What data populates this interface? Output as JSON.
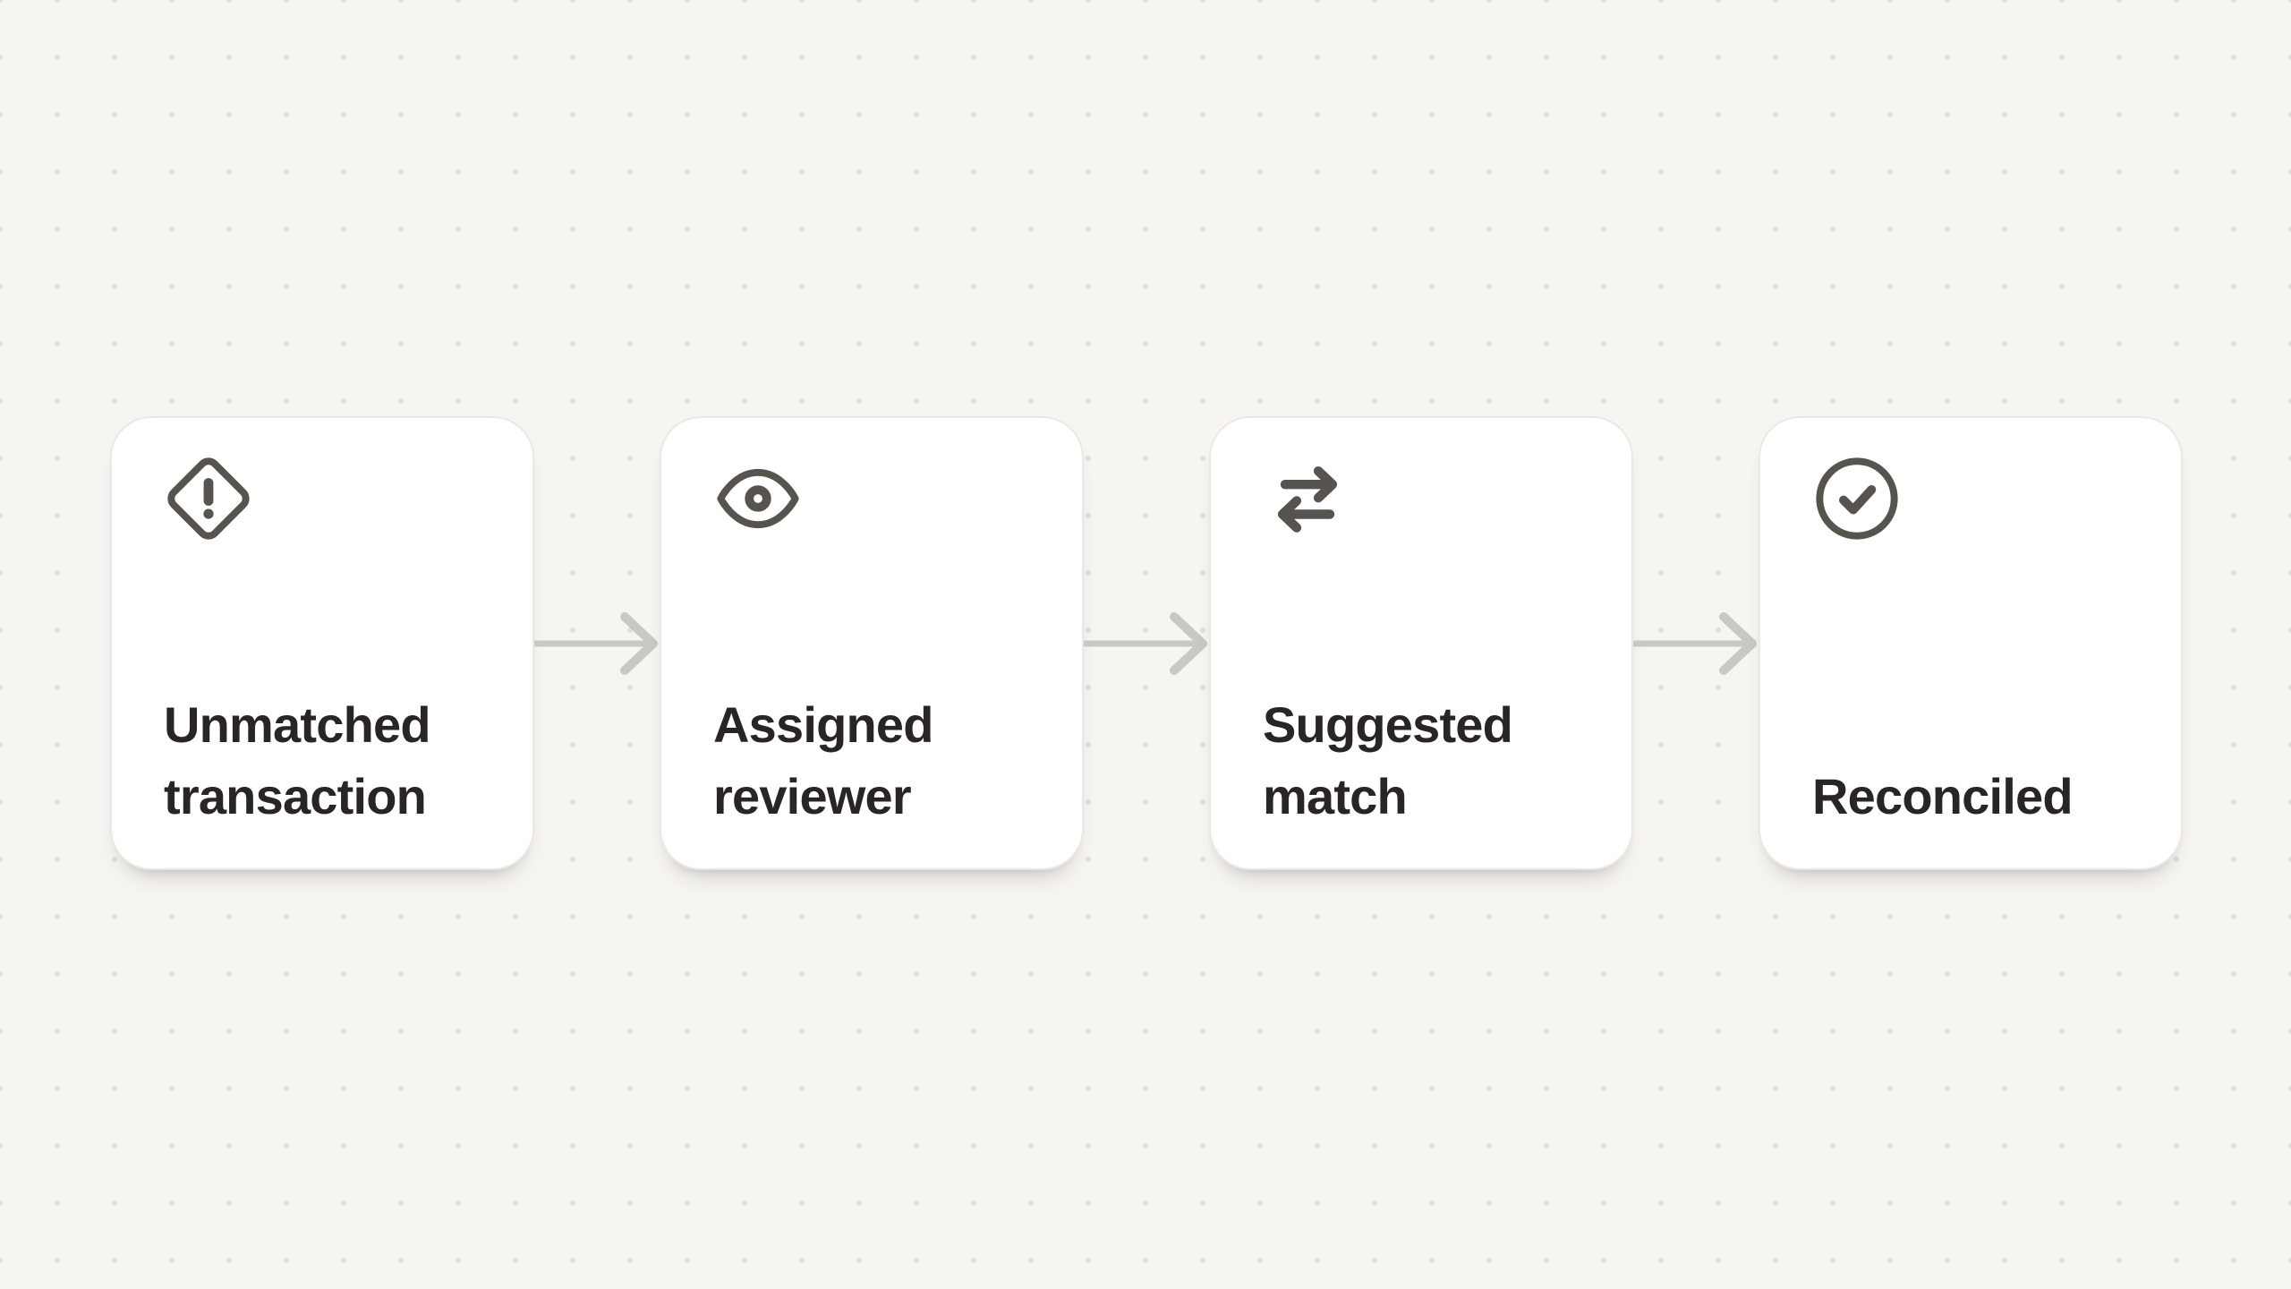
{
  "canvas": {
    "kind": "workflow-dot-grid-canvas"
  },
  "workflow": {
    "nodes": [
      {
        "id": "unmatched-transaction",
        "icon": "diamond-alert-icon",
        "label": "Unmatched transaction"
      },
      {
        "id": "assigned-reviewer",
        "icon": "eye-icon",
        "label": "Assigned reviewer"
      },
      {
        "id": "suggested-match",
        "icon": "swap-arrows-icon",
        "label": "Suggested match"
      },
      {
        "id": "reconciled",
        "icon": "check-circle-icon",
        "label": "Reconciled"
      }
    ],
    "connectors": [
      {
        "from": "unmatched-transaction",
        "to": "assigned-reviewer",
        "direction": "right"
      },
      {
        "from": "assigned-reviewer",
        "to": "suggested-match",
        "direction": "right"
      },
      {
        "from": "suggested-match",
        "to": "reconciled",
        "direction": "right"
      }
    ]
  },
  "colors": {
    "canvas_background": "#f7f5f1",
    "dot_grid": "#d6d5d9",
    "card_background": "#ffffff",
    "card_border": "#ebe9e5",
    "icon": "#57534e",
    "label_text": "#292524",
    "connector_arrow": "#cac8c3"
  }
}
